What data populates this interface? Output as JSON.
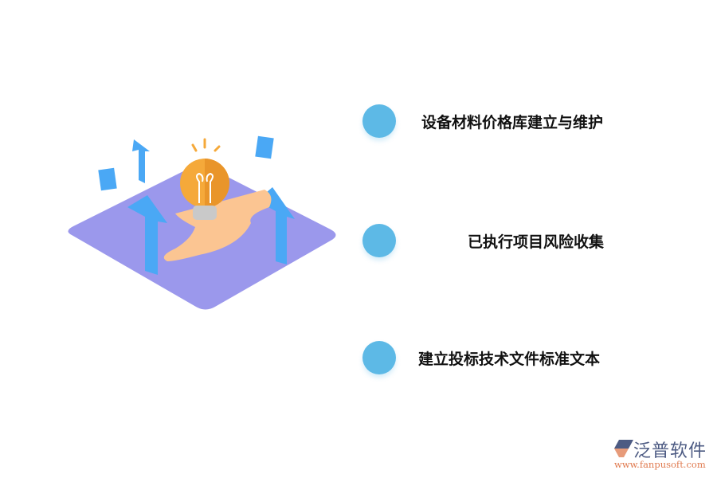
{
  "items": [
    {
      "label": "设备材料价格库建立与维护"
    },
    {
      "label": "已执行项目风险收集"
    },
    {
      "label": "建立投标技术文件标准文本"
    }
  ],
  "logo": {
    "name": "泛普软件",
    "url": "www.fanpusoft.com"
  },
  "colors": {
    "dot": "#5db9e6",
    "platform": "#9b98ec",
    "arrow": "#4aa8f5",
    "bulb": "#f5a93a"
  }
}
